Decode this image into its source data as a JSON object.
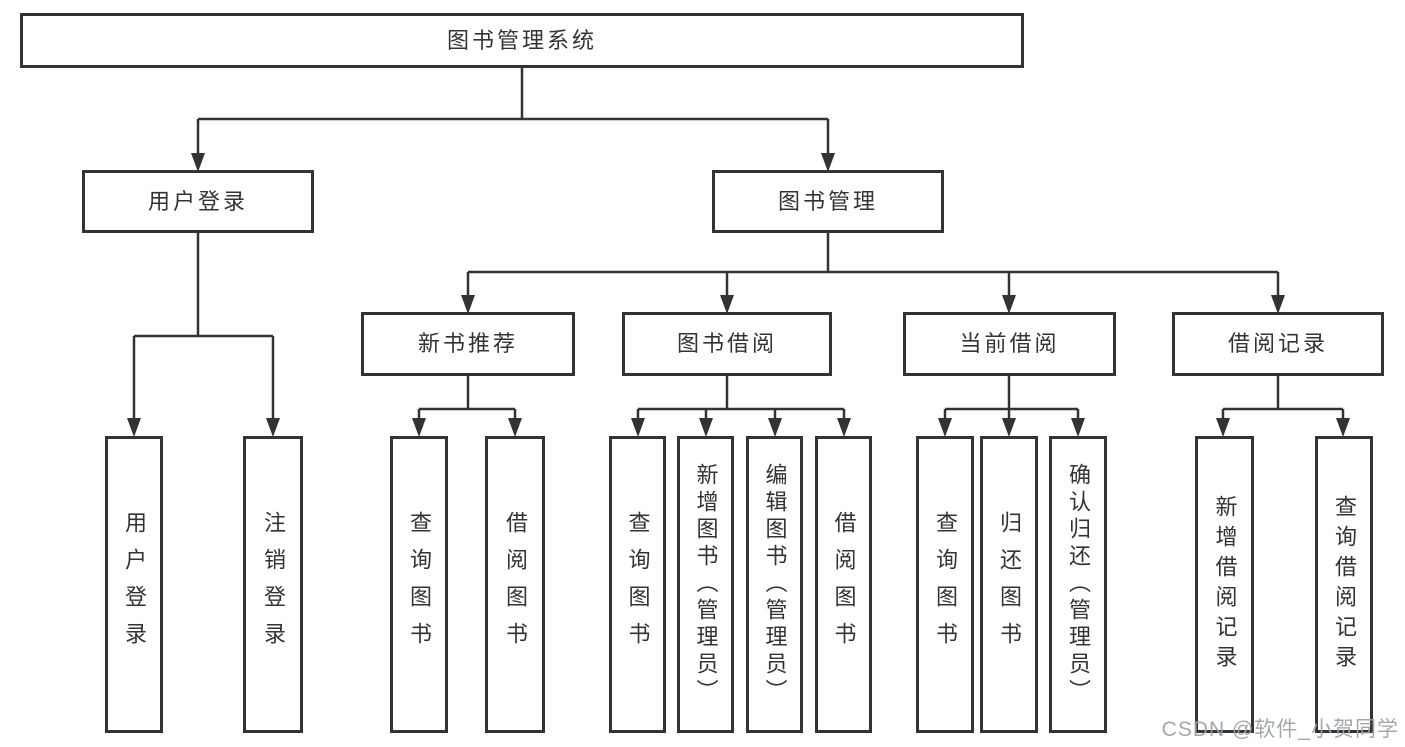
{
  "tree": {
    "root": "图书管理系统",
    "branches": [
      {
        "label": "用户登录",
        "children": [
          "用户登录",
          "注销登录"
        ]
      },
      {
        "label": "图书管理",
        "sections": [
          {
            "label": "新书推荐",
            "children": [
              "查询图书",
              "借阅图书"
            ]
          },
          {
            "label": "图书借阅",
            "children": [
              "查询图书",
              "新增图书（管理员）",
              "编辑图书（管理员）",
              "借阅图书"
            ]
          },
          {
            "label": "当前借阅",
            "children": [
              "查询图书",
              "归还图书",
              "确认归还（管理员）"
            ]
          },
          {
            "label": "借阅记录",
            "children": [
              "新增借阅记录",
              "查询借阅记录"
            ]
          }
        ]
      }
    ]
  },
  "watermark": "CSDN @软件_小贺同学",
  "colors": {
    "line": "#333333",
    "box_border": "#333333",
    "box_background": "#ffffff",
    "text": "#333333",
    "watermark": "#9ea3a8"
  }
}
